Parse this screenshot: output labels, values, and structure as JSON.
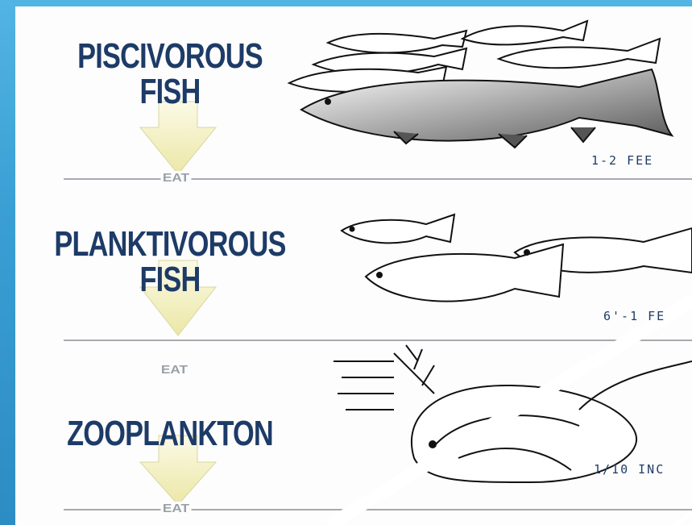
{
  "levels": [
    {
      "line1": "PISCIVOROUS",
      "line2": "FISH",
      "size": "1-2 FEE",
      "action": "EAT"
    },
    {
      "line1": "PLANKTIVOROUS",
      "line2": "FISH",
      "size": "6'-1 FE",
      "action": "EAT"
    },
    {
      "line1": "ZOOPLANKTON",
      "line2": "",
      "size": "1/10 INC",
      "action": "EAT"
    }
  ],
  "colors": {
    "frame": "#3a9fd4",
    "label_text": "#1d3b67",
    "arrow_fill": "#f4f1c2",
    "eat_text": "#9aa1a6",
    "divider": "#8a8f93"
  },
  "icons": [
    "fish-school-icon",
    "small-fish-icon",
    "zooplankton-icon",
    "down-arrow-icon"
  ]
}
